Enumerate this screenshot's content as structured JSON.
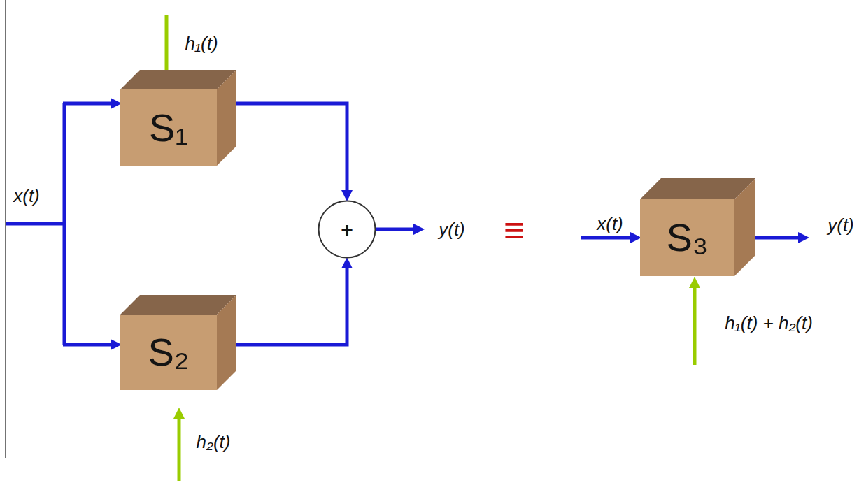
{
  "diagram": {
    "nodes": [
      {
        "text": [
          "S₁"
        ]
      },
      {
        "text": [
          "S₂"
        ]
      },
      {
        "text": [
          "+"
        ]
      },
      {
        "text": [
          "S₃"
        ]
      }
    ],
    "edges": [
      {
        "from": 0,
        "to": 2,
        "arrow": "to"
      },
      {
        "from": 1,
        "to": 2,
        "arrow": "to"
      }
    ],
    "labels": [
      "h₁(t)",
      "x(t)",
      "y(t)",
      "≡",
      "h₂(t)",
      "x(t)",
      "y(t)",
      "h₁(t) + h₂(t)"
    ]
  }
}
